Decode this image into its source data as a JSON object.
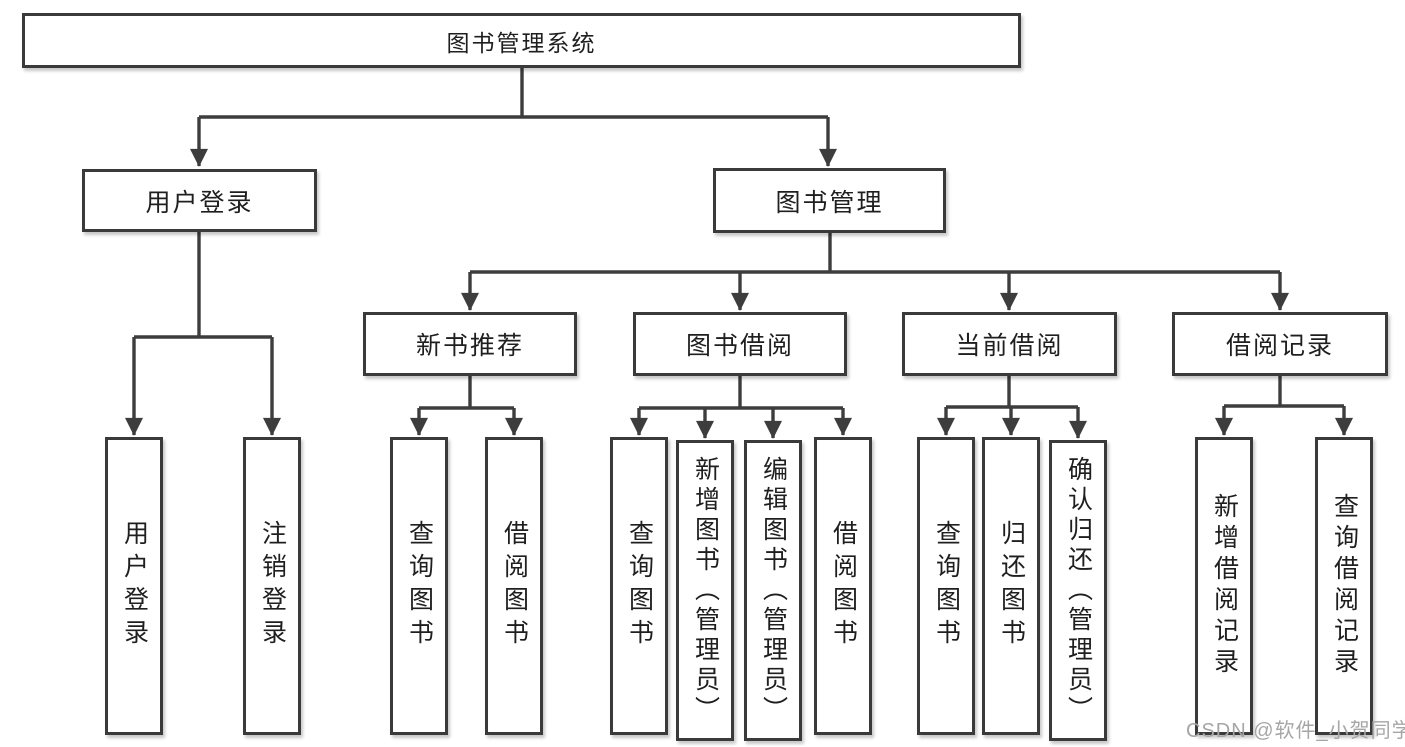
{
  "tree": {
    "root": "图书管理系统",
    "branches": [
      {
        "label": "用户登录",
        "children": [
          "用户登录",
          "注销登录"
        ]
      },
      {
        "label": "图书管理",
        "sections": [
          {
            "label": "新书推荐",
            "children": [
              "查询图书",
              "借阅图书"
            ]
          },
          {
            "label": "图书借阅",
            "children": [
              "查询图书",
              "新增图书（管理员）",
              "编辑图书（管理员）",
              "借阅图书"
            ]
          },
          {
            "label": "当前借阅",
            "children": [
              "查询图书",
              "归还图书",
              "确认归还（管理员）"
            ]
          },
          {
            "label": "借阅记录",
            "children": [
              "新增借阅记录",
              "查询借阅记录"
            ]
          }
        ]
      }
    ]
  },
  "watermark": {
    "text": "CSDN @软件_小贺同学"
  },
  "colors": {
    "line": "#3d3d3d",
    "box_border": "#3a3a3a",
    "text": "#1f1f1f",
    "watermark": "#a6a6a6",
    "background": "#ffffff"
  }
}
